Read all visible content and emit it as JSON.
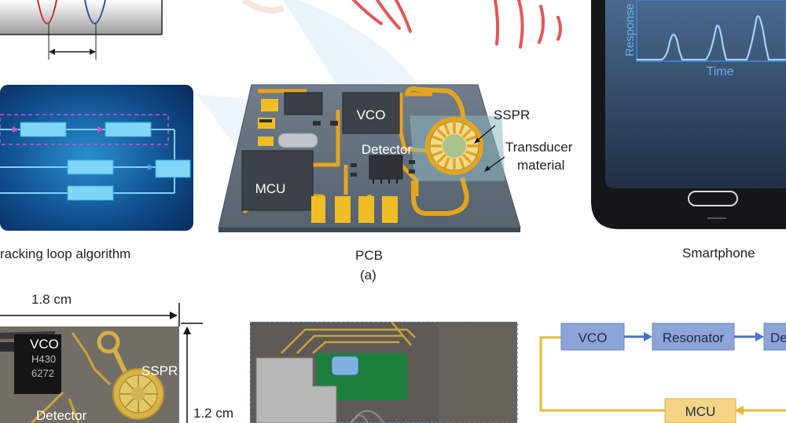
{
  "top_left": {
    "algorithm_caption": "racking loop algorithm"
  },
  "pcb": {
    "caption": "PCB",
    "panel_label": "(a)",
    "chips": {
      "vco": "VCO",
      "detector": "Detector",
      "mcu": "MCU"
    },
    "annotations": {
      "sspr": "SSPR",
      "transducer_line1": "Transducer",
      "transducer_line2": "material"
    }
  },
  "smartphone": {
    "caption": "Smartphone",
    "plot_ylabel": "Response",
    "plot_xlabel": "Time"
  },
  "photo_left": {
    "width_label": "1.8 cm",
    "height_label": "1.2 cm",
    "chip_vco": "VCO",
    "chip_code1": "H430",
    "chip_code2": "6272",
    "sspr": "SSPR",
    "detector": "Detector"
  },
  "block_diagram": {
    "vco": "VCO",
    "resonator": "Resonator",
    "detector_partial": "De",
    "mcu": "MCU",
    "colors": {
      "block": "#8da4d8",
      "mcu_block": "#f3d585",
      "arrow": "#4a74c9",
      "loop": "#e8b935"
    }
  }
}
